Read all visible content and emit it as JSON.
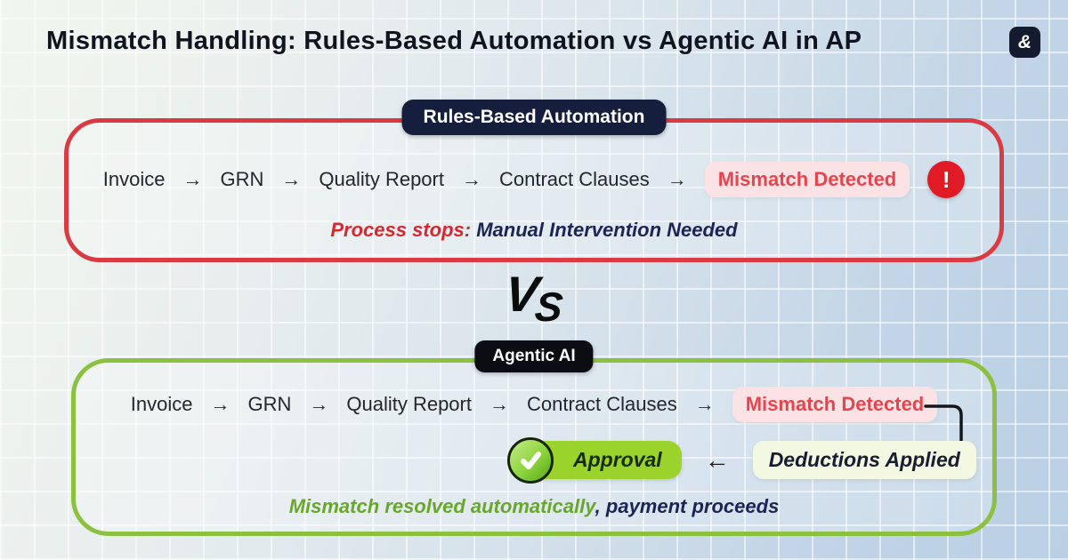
{
  "header": {
    "title": "Mismatch Handling: Rules-Based Automation vs Agentic AI in AP",
    "logo_glyph": "&"
  },
  "glyphs": {
    "arrow_right": "→",
    "arrow_left": "←",
    "alert": "!"
  },
  "vs": {
    "v": "V",
    "s": "S"
  },
  "rules_section": {
    "badge": "Rules-Based Automation",
    "flow": [
      "Invoice",
      "GRN",
      "Quality Report",
      "Contract Clauses"
    ],
    "mismatch_label": "Mismatch Detected",
    "caption_highlight": "Process stops:",
    "caption_rest": " Manual Intervention Needed"
  },
  "agentic_section": {
    "badge": "Agentic AI",
    "flow": [
      "Invoice",
      "GRN",
      "Quality Report",
      "Contract Clauses"
    ],
    "mismatch_label": "Mismatch Detected",
    "approval_label": "Approval",
    "deductions_label": "Deductions Applied",
    "caption_highlight": "Mismatch resolved automatically",
    "caption_rest": ", payment proceeds"
  },
  "colors": {
    "rules_border": "#da3b43",
    "agentic_border": "#8cc13f",
    "rules_badge_bg": "#151f3d",
    "agentic_badge_bg": "#0c0d13",
    "mismatch_pill_bg": "#fbe3e5",
    "mismatch_text": "#e4454e",
    "alert_circle_bg": "#e11b26",
    "approval_pill_bg": "#99d32b",
    "deductions_pill_bg": "#f3f8e2",
    "caption_red": "#d8262f",
    "caption_navy": "#1b2452",
    "caption_green": "#68a62c"
  }
}
